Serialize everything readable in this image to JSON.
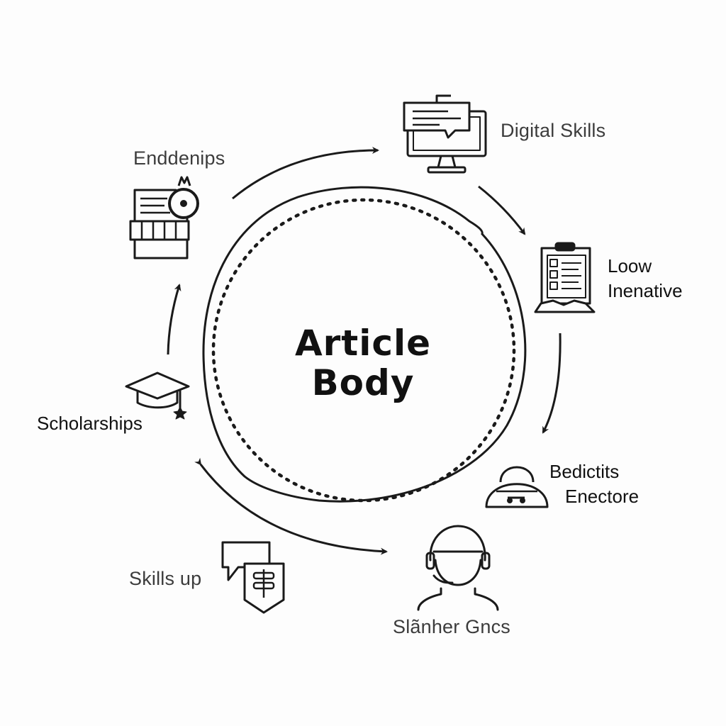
{
  "center": {
    "title_line1": "Article",
    "title_line2": "Body"
  },
  "nodes": {
    "digital_skills": {
      "label": "Digital Skills",
      "icon": "computer-chat-icon"
    },
    "low_initiative": {
      "label_line1": "Loow",
      "label_line2": "Inenative",
      "icon": "document-holder-icon"
    },
    "benefits": {
      "label_line1": "Bedictits",
      "label_line2": "Enectore",
      "icon": "dome-device-icon"
    },
    "slanher_gncs": {
      "label": "Slãnher Gncs",
      "icon": "headset-person-icon"
    },
    "skills_up": {
      "label": "Skills up",
      "icon": "speech-shield-icon"
    },
    "scholarships": {
      "label": "Scholarships",
      "icon": "graduation-cap-icon"
    },
    "enddenips": {
      "label": "Enddenips",
      "icon": "certificate-medal-icon"
    }
  },
  "colors": {
    "stroke": "#1a1a1a",
    "label_gray": "#3c3c3c",
    "label_dark": "#111111",
    "background": "#fdfdfd"
  }
}
